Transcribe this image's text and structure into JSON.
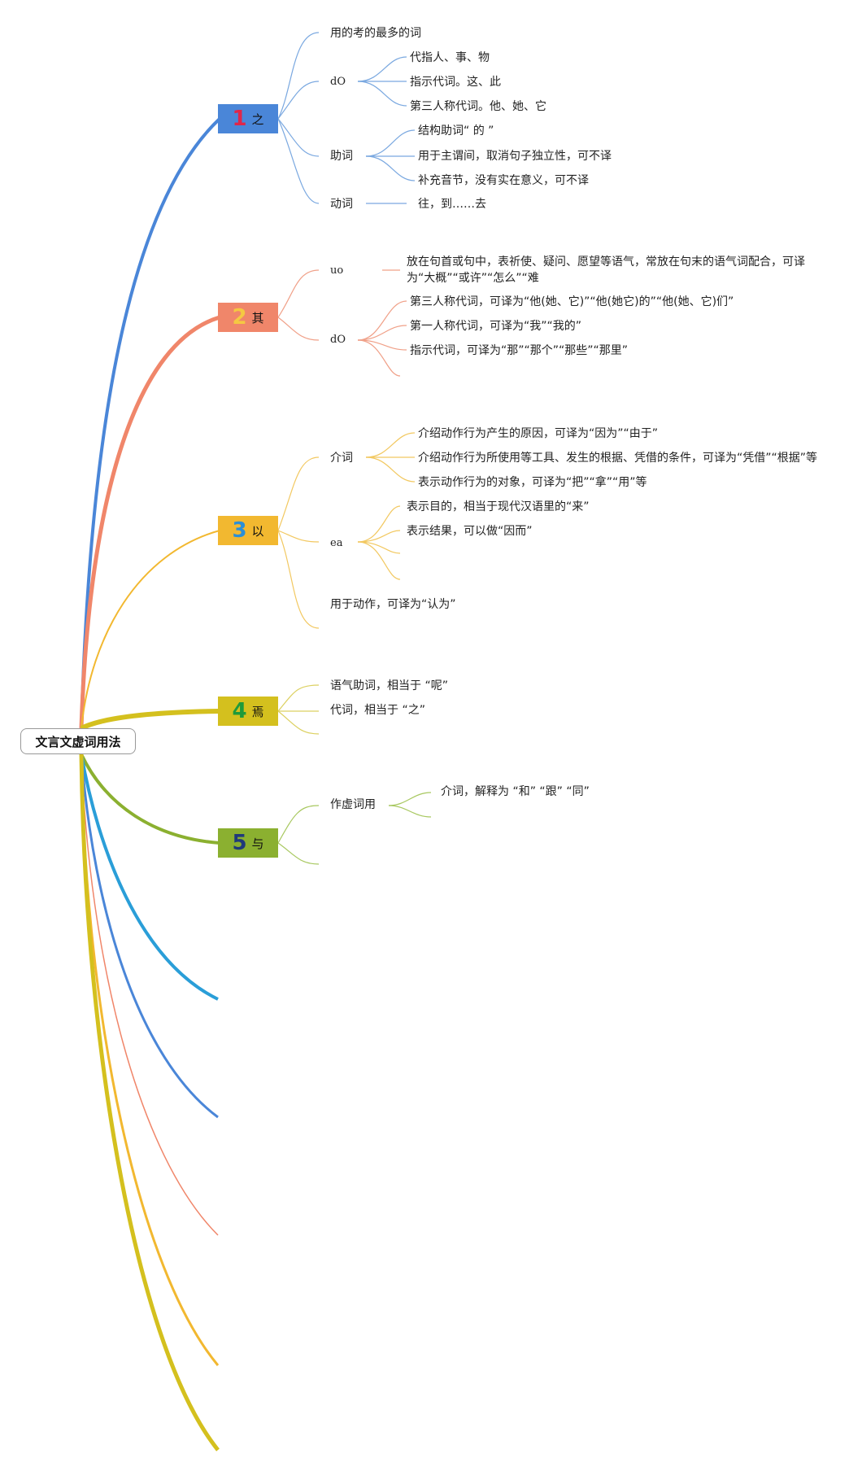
{
  "root": {
    "label": "文言文虚词用法"
  },
  "topics": [
    {
      "num": "1",
      "word": "之",
      "color": "#4a86d8",
      "num_color": "#e0264a",
      "note": "用的考的最多的词",
      "branch_dO": "dO",
      "dO_items": [
        "代指人、事、物",
        "指示代词。这、此",
        "第三人称代词。他、她、它"
      ],
      "branch_zhuci": "助词",
      "zhuci_items": [
        "结构助词“ 的 ”",
        "用于主谓间，取消句子独立性，可不译",
        "补充音节，没有实在意义，可不译"
      ],
      "branch_dongci": "动词",
      "dongci_item": "往，到……去"
    },
    {
      "num": "2",
      "word": "其",
      "color": "#f0866a",
      "num_color": "#f5c842",
      "branch_uo": "uo",
      "uo_item": "放在句首或句中，表祈使、疑问、愿望等语气，常放在句末的语气词配合，可译为“大概”“或许”“怎么”“难",
      "branch_dO": "dO",
      "dO_items": [
        "第三人称代词，可译为“他(她、它)”“他(她它)的”“他(她、它)们”",
        "第一人称代词，可译为“我”“我的”",
        "指示代词，可译为“那”“那个”“那些”“那里”"
      ]
    },
    {
      "num": "3",
      "word": "以",
      "color": "#f2b830",
      "num_color": "#2b8fd6",
      "branch_jieci": "介词",
      "jieci_items": [
        "介绍动作行为产生的原因，可译为“因为”“由于”",
        "介绍动作行为所使用等工具、发生的根据、凭借的条件，可译为“凭借”“根据”等",
        "表示动作行为的对象，可译为“把”“拿”“用”等"
      ],
      "branch_ea": "ea",
      "ea_items": [
        "表示目的，相当于现代汉语里的“来”",
        "表示结果，可以做“因而”"
      ],
      "verb_item": "用于动作，可译为“认为”"
    },
    {
      "num": "4",
      "word": "焉",
      "color": "#d4c01e",
      "num_color": "#1f9a3a",
      "items": [
        "语气助词，相当于 “呢”",
        "代词，相当于 “之”"
      ]
    },
    {
      "num": "5",
      "word": "与",
      "color": "#8bb030",
      "num_color": "#1f3a7a",
      "branch": "作虚词用",
      "item": "介词，解释为 “和” “跟” “同”"
    }
  ],
  "empty_branch_colors": [
    "#2a9ed8",
    "#4a86d8",
    "#f0866a",
    "#f2b830",
    "#d4c01e"
  ]
}
